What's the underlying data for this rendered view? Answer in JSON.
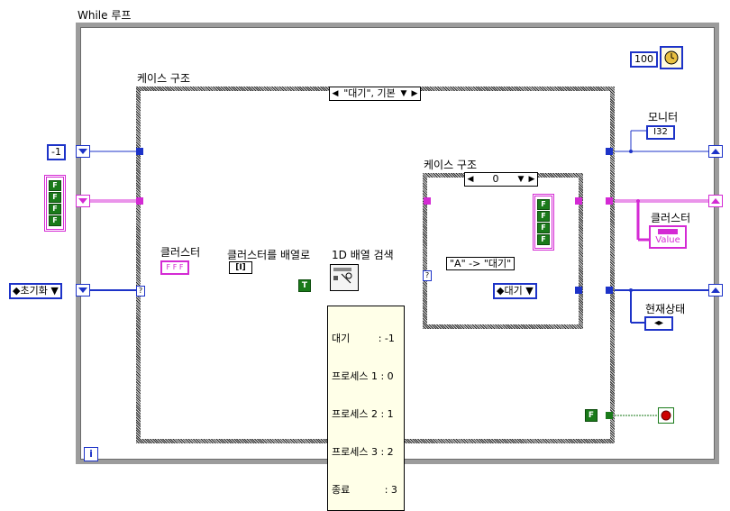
{
  "while_loop": {
    "label": "While 루프",
    "iteration_icon": "i"
  },
  "timer": {
    "wait_ms": "100",
    "icon": "metronome-icon"
  },
  "outer_case": {
    "label": "케이스 구조",
    "selector": "\"대기\", 기본"
  },
  "inner_case": {
    "label": "케이스 구조",
    "selector": "0",
    "string": "\"A\" -> \"대기\""
  },
  "constants": {
    "init_number": "-1",
    "init_enum": "초기화",
    "true_const": "T",
    "false_const": "F",
    "enum_wait": "대기"
  },
  "labels": {
    "cluster": "클러스터",
    "cluster_to_array": "클러스터를 배열로",
    "array_search": "1D 배열 검색",
    "monitor": "모니터",
    "cluster_out": "클러스터",
    "current_state": "현재상태"
  },
  "nodes": {
    "cluster_to_array_glyph": "[I]",
    "cluster_const_glyph": "F F F",
    "monitor_type": "I32",
    "cluster_value": "Value"
  },
  "mapping_note": [
    "대기         : -1",
    "프로세스 1 : 0",
    "프로세스 2 : 1",
    "프로세스 3 : 2",
    "종료           : 3"
  ],
  "bool_array": [
    "F",
    "F",
    "F",
    "F"
  ],
  "colors": {
    "int_wire": "#1d33c8",
    "cluster_wire": "#d42ad4",
    "bool_wire": "#1a7a1a",
    "stop": "#cc0000"
  }
}
